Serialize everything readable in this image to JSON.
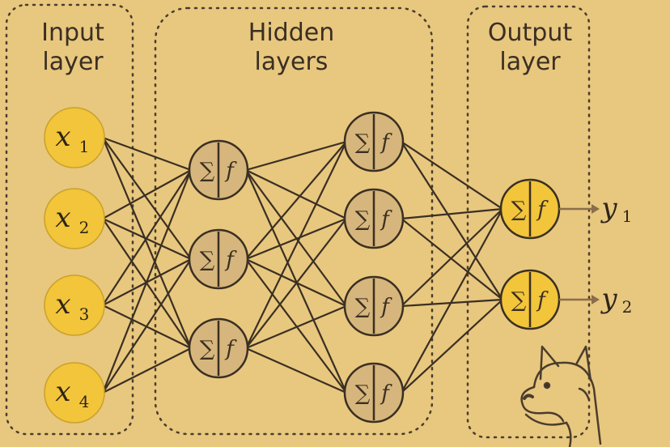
{
  "labels": {
    "input": [
      "Input",
      "layer"
    ],
    "hidden": [
      "Hidden",
      "layers"
    ],
    "output": [
      "Output",
      "layer"
    ]
  },
  "inputs": [
    {
      "var": "x",
      "sub": "1"
    },
    {
      "var": "x",
      "sub": "2"
    },
    {
      "var": "x",
      "sub": "3"
    },
    {
      "var": "x",
      "sub": "4"
    }
  ],
  "outputs": [
    {
      "var": "y",
      "sub": "1"
    },
    {
      "var": "y",
      "sub": "2"
    }
  ],
  "neuron": {
    "sum_symbol": "∑",
    "func_symbol": "f"
  },
  "colors": {
    "background": "#e8c77f",
    "input_fill": "#f2c53a",
    "hidden_fill": "#d6b67c",
    "output_fill": "#f2c53a",
    "stroke": "#3a2f22"
  },
  "mascot_icon": "dog-icon"
}
